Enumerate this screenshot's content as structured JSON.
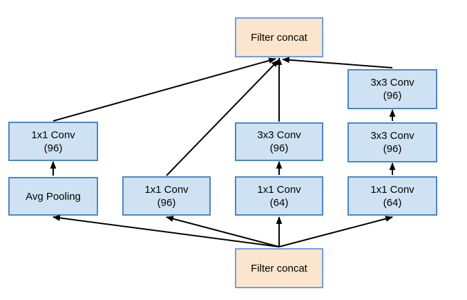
{
  "colors": {
    "background": "#ffffff",
    "conv_fill": "#cfe2f3",
    "conv_border": "#4a86c8",
    "concat_fill": "#fce5cd",
    "concat_border": "#6d9eeb",
    "arrow": "#000000",
    "text": "#000000"
  },
  "nodes": {
    "top_concat": {
      "label": "Filter concat",
      "type": "filter-concat"
    },
    "b4_conv3_top": {
      "label": "3x3 Conv",
      "sub": "(96)",
      "type": "conv"
    },
    "b1_conv1": {
      "label": "1x1 Conv",
      "sub": "(96)",
      "type": "conv"
    },
    "b3_conv3": {
      "label": "3x3 Conv",
      "sub": "(96)",
      "type": "conv"
    },
    "b4_conv3_mid": {
      "label": "3x3 Conv",
      "sub": "(96)",
      "type": "conv"
    },
    "b1_avgpool": {
      "label": "Avg Pooling",
      "type": "pooling"
    },
    "b2_conv1": {
      "label": "1x1 Conv",
      "sub": "(96)",
      "type": "conv"
    },
    "b3_conv1": {
      "label": "1x1 Conv",
      "sub": "(64)",
      "type": "conv"
    },
    "b4_conv1": {
      "label": "1x1 Conv",
      "sub": "(64)",
      "type": "conv"
    },
    "bottom_concat": {
      "label": "Filter concat",
      "type": "filter-concat"
    }
  }
}
